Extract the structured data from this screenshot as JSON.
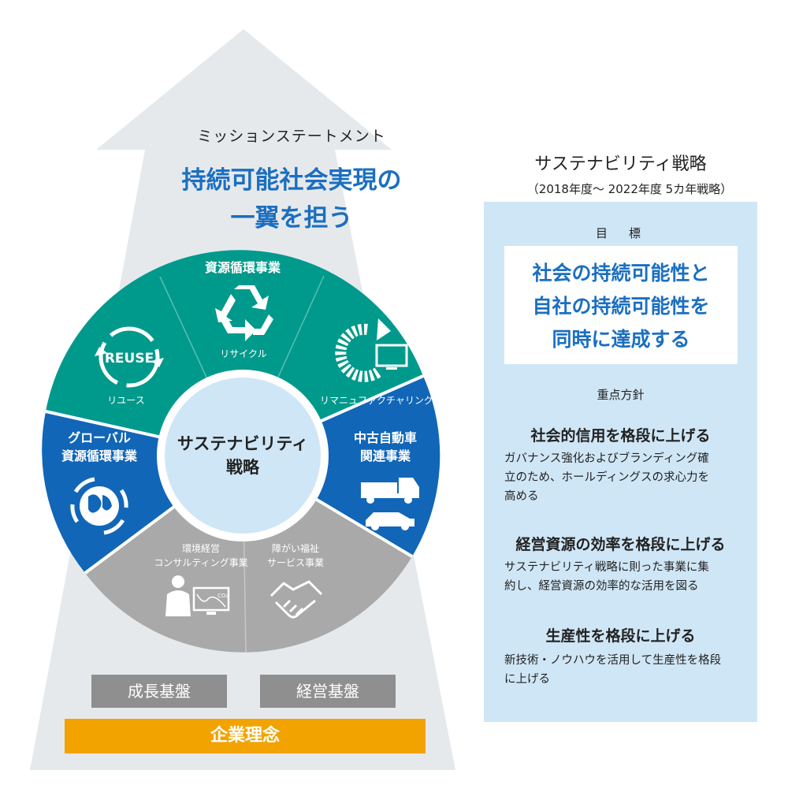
{
  "mission": {
    "label": "ミッションステートメント",
    "slogan_line1": "持続可能社会実現の",
    "slogan_line2": "一翼を担う"
  },
  "wheel": {
    "center_line1": "サステナビリティ",
    "center_line2": "戦略",
    "segments": [
      {
        "label": "資源循環事業",
        "color": "#009a8c"
      },
      {
        "label": "リサイクル",
        "icon": "recycle-icon"
      },
      {
        "label": "リユース",
        "badge": "REUSE",
        "icon": "reuse-icon"
      },
      {
        "label": "リマニュファクチャリング",
        "icon": "remanufacturing-icon"
      },
      {
        "label_line1": "グローバル",
        "label_line2": "資源循環事業",
        "color": "#1166b8",
        "icon": "globe-icon"
      },
      {
        "label_line1": "中古自動車",
        "label_line2": "関連事業",
        "color": "#1166b8",
        "icon": "truck-car-icon"
      },
      {
        "label_line1": "環境経営",
        "label_line2": "コンサルティング事業",
        "color": "#a9a9a9",
        "icon": "consultant-icon",
        "co2": "CO₂"
      },
      {
        "label_line1": "障がい福祉",
        "label_line2": "サービス事業",
        "color": "#a9a9a9",
        "icon": "handshake-icon"
      }
    ]
  },
  "bases": {
    "growth": "成長基盤",
    "management": "経営基盤",
    "philosophy": "企業理念"
  },
  "strategy": {
    "title": "サステナビリティ戦略",
    "subtitle": "（2018年度～ 2022年度 5カ年戦略）",
    "goal_label": "目　標",
    "goal_line1": "社会の持続可能性と",
    "goal_line2": "自社の持続可能性を",
    "goal_line3": "同時に達成する",
    "policy_label": "重点方針",
    "policies": [
      {
        "heading": "社会的信用を格段に上げる",
        "body_line1": "ガバナンス強化およびブランディング確",
        "body_line2": "立のため、ホールディングスの求心力を",
        "body_line3": "高める"
      },
      {
        "heading": "経営資源の効率を格段に上げる",
        "body_line1": "サステナビリティ戦略に則った事業に集",
        "body_line2": "約し、経営資源の効率的な活用を図る"
      },
      {
        "heading": "生産性を格段に上げる",
        "body_line1": "新技術・ノウハウを活用して生産性を格段",
        "body_line2": "に上げる"
      }
    ]
  },
  "colors": {
    "teal": "#009a8c",
    "blue": "#1166b8",
    "gray": "#a9a9a9",
    "accent": "#1b6fc0",
    "orange": "#f2a300",
    "panel": "#cfe6f6"
  }
}
